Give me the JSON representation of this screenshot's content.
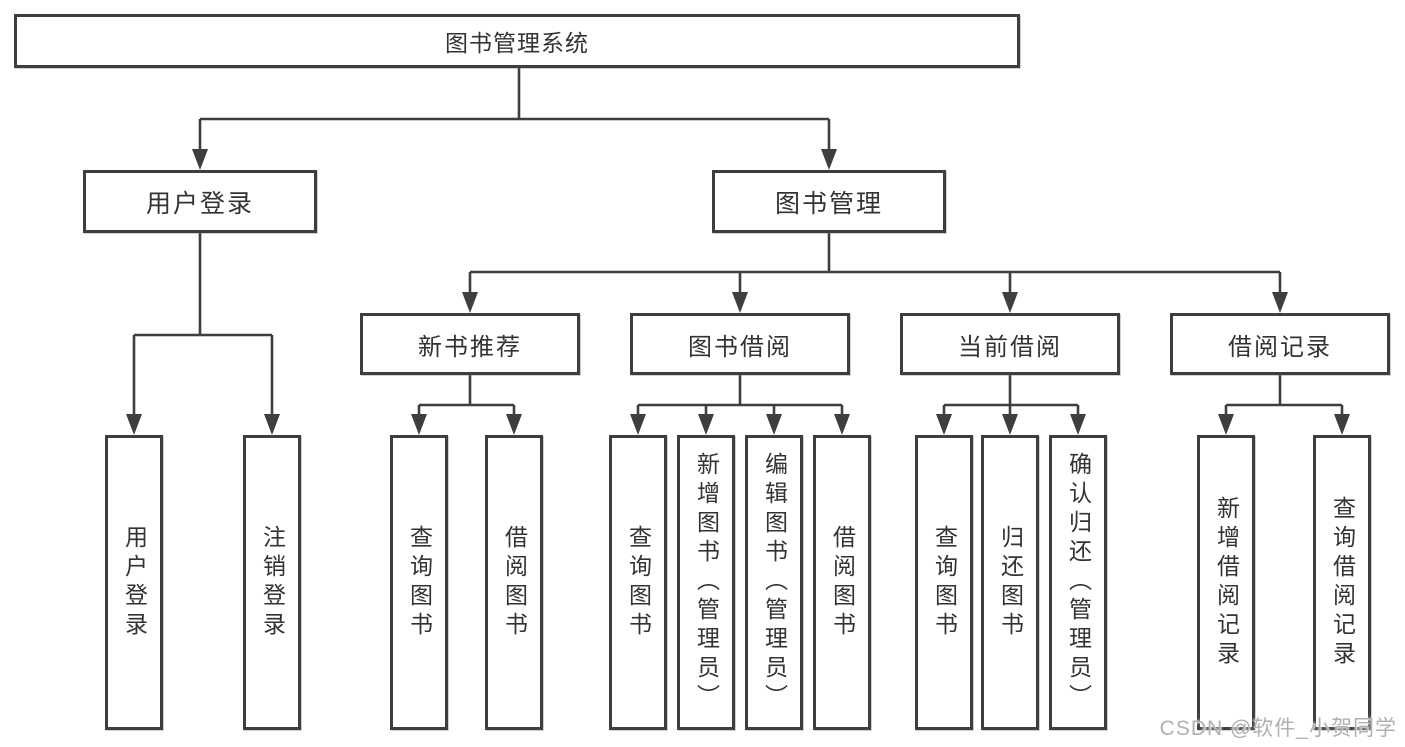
{
  "diagram": {
    "root": {
      "label": "图书管理系统"
    },
    "level1": [
      {
        "label": "用户登录"
      },
      {
        "label": "图书管理"
      }
    ],
    "level2": [
      {
        "label": "新书推荐"
      },
      {
        "label": "图书借阅"
      },
      {
        "label": "当前借阅"
      },
      {
        "label": "借阅记录"
      }
    ],
    "leaves": [
      {
        "label": "用户登录"
      },
      {
        "label": "注销登录"
      },
      {
        "label": "查询图书"
      },
      {
        "label": "借阅图书"
      },
      {
        "label": "查询图书"
      },
      {
        "label": "新增图书（管理员）"
      },
      {
        "label": "编辑图书（管理员）"
      },
      {
        "label": "借阅图书"
      },
      {
        "label": "查询图书"
      },
      {
        "label": "归还图书"
      },
      {
        "label": "确认归还（管理员）"
      },
      {
        "label": "新增借阅记录"
      },
      {
        "label": "查询借阅记录"
      }
    ],
    "watermark": "CSDN @软件_小贺同学",
    "colors": {
      "line": "#3e3e3e",
      "text": "#333333",
      "background": "#ffffff",
      "watermark_text": "#b0b0b0"
    }
  }
}
